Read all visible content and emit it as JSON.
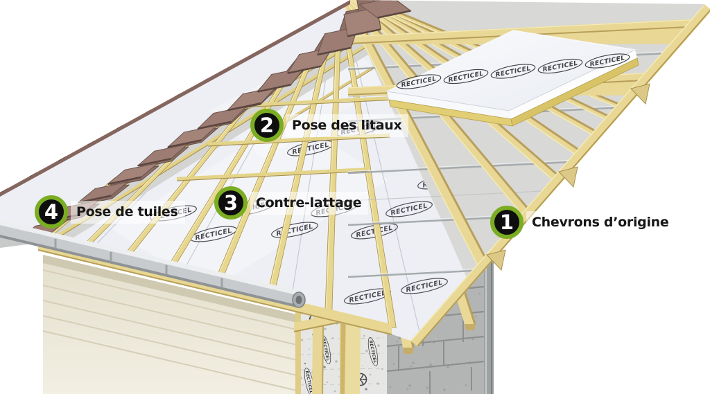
{
  "brand": {
    "name": "RECTICEL"
  },
  "steps": [
    {
      "number": "1",
      "label": "Chevrons d’origine"
    },
    {
      "number": "2",
      "label": "Pose des litaux"
    },
    {
      "number": "3",
      "label": "Contre-lattage"
    },
    {
      "number": "4",
      "label": "Pose de tuiles"
    }
  ],
  "colors": {
    "badge_ring": "#7bad23",
    "badge_fill": "#0e0e0e",
    "badge_number": "#ffffff",
    "label_text": "#171717",
    "wood": "#e9d795",
    "tiles": "#9a7a71",
    "insulation_panel": "#edeff5",
    "foam_edge": "#e3cf74",
    "concrete": "#b2b5b4",
    "gutter": "#c7cbcd"
  }
}
